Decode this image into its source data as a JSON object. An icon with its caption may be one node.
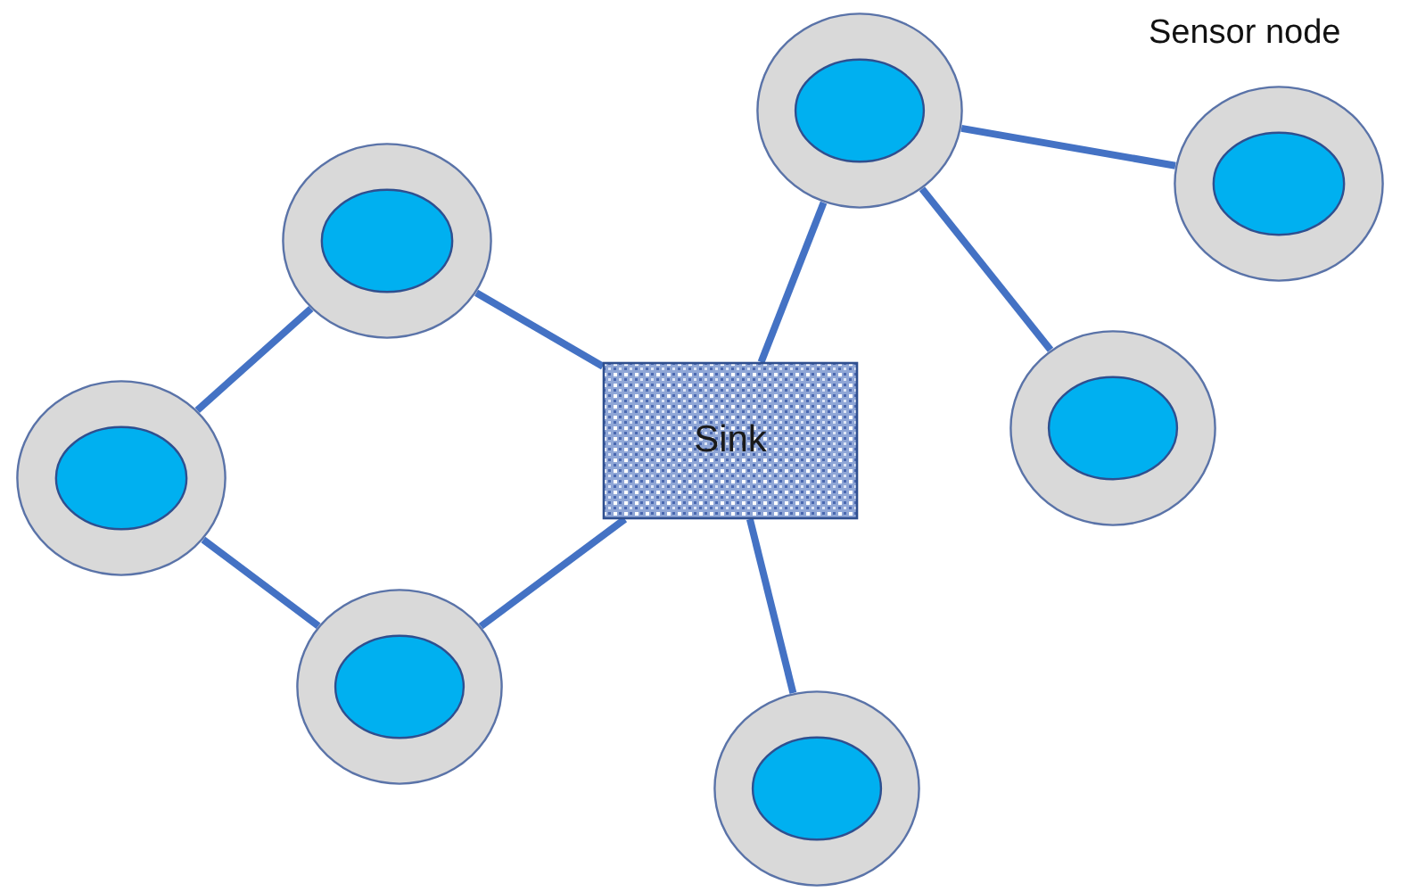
{
  "diagram": {
    "nodes": [
      {
        "text": [],
        "shape": "circle"
      },
      {
        "text": [],
        "shape": "circle",
        "beside": [
          "Sensor node"
        ]
      },
      {
        "text": [],
        "shape": "circle"
      },
      {
        "text": [
          "Sink"
        ]
      },
      {
        "text": [],
        "shape": "circle"
      },
      {
        "text": [],
        "shape": "circle"
      },
      {
        "text": [],
        "shape": "circle"
      },
      {
        "text": [],
        "shape": "circle"
      }
    ],
    "edges": [
      {
        "from": 2,
        "to": 3,
        "arrow": "none"
      },
      {
        "from": 5,
        "to": 2,
        "arrow": "none"
      },
      {
        "from": 5,
        "to": 6,
        "arrow": "none"
      },
      {
        "from": 6,
        "to": 3,
        "arrow": "none"
      },
      {
        "from": 3,
        "to": 0,
        "arrow": "none"
      },
      {
        "from": 0,
        "to": 1,
        "arrow": "none"
      },
      {
        "from": 0,
        "to": 4,
        "arrow": "none"
      },
      {
        "from": 3,
        "to": 7,
        "arrow": "none"
      }
    ]
  }
}
